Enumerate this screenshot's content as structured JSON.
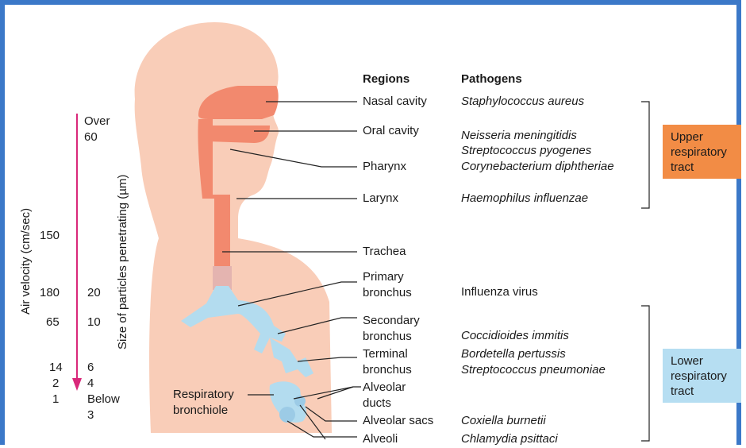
{
  "headers": {
    "regions": "Regions",
    "pathogens": "Pathogens"
  },
  "regions": [
    {
      "label": "Nasal cavity"
    },
    {
      "label": "Oral cavity"
    },
    {
      "label": "Pharynx"
    },
    {
      "label": "Larynx"
    },
    {
      "label": "Trachea"
    },
    {
      "label": "Primary\nbronchus"
    },
    {
      "label": "Secondary\nbronchus"
    },
    {
      "label": "Terminal\nbronchus"
    },
    {
      "label": "Alveolar\nducts"
    },
    {
      "label": "Alveolar sacs"
    },
    {
      "label": "Alveoli"
    }
  ],
  "pathogens": [
    "Staphylococcus aureus",
    "Neisseria meningitidis",
    "Streptococcus pyogenes",
    "Corynebacterium diphtheriae",
    "Haemophilus influenzae",
    "Influenza virus",
    "Coccidioides immitis",
    "Bordetella pertussis",
    "Streptococcus pneumoniae",
    "Coxiella burnetii",
    "Chlamydia psittaci"
  ],
  "tract_boxes": {
    "upper": {
      "label": "Upper\nrespiratory\ntract",
      "color": "#f28c45"
    },
    "lower": {
      "label": "Lower\nrespiratory\ntract",
      "color": "#b6def2"
    }
  },
  "respiratory_bronchiole": "Respiratory\nbronchiole",
  "axes": {
    "air_velocity_label": "Air velocity (cm/sec)",
    "particle_size_label": "Size of particles penetrating (µm)",
    "velocity_values": [
      "150",
      "180",
      "65",
      "14",
      "2",
      "1"
    ],
    "size_values": [
      "Over\n60",
      "20",
      "10",
      "6",
      "4",
      "Below\n3"
    ]
  },
  "colors": {
    "body": "#f9cdb8",
    "airway_upper": "#f2896e",
    "airway_lower": "#b3dcef",
    "arrow": "#d9287a",
    "frame": "#3b78c8"
  }
}
